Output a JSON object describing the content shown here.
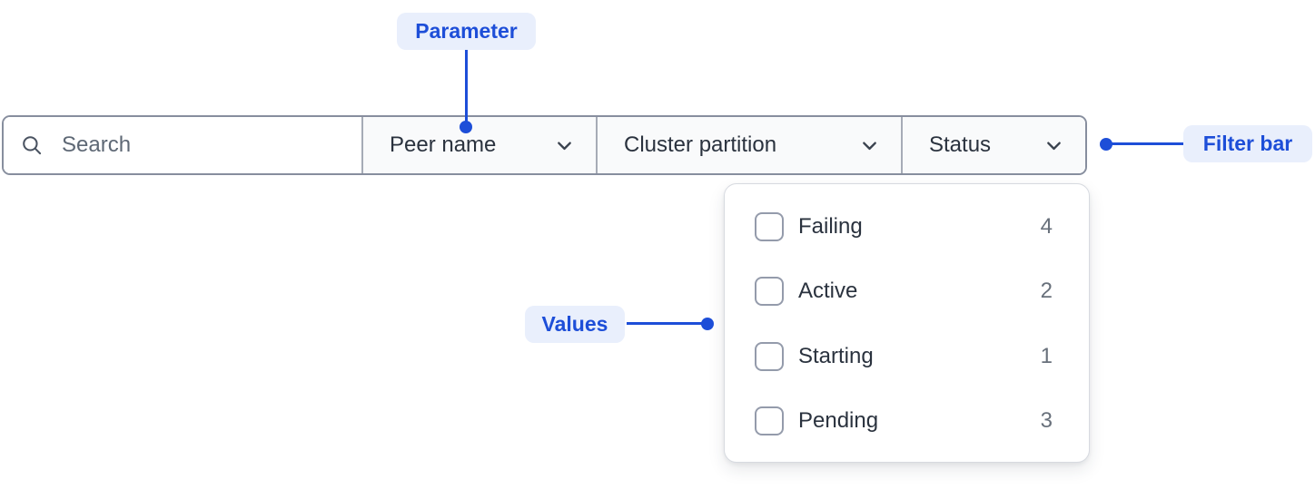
{
  "colors": {
    "accent_blue": "#1d4ed8",
    "annotation_pill_bg": "#e9effc",
    "filter_bar_border": "#878e9e",
    "dropdown_section_bg": "#f9fafb",
    "panel_border": "#d7dae0",
    "checkbox_border": "#949bab",
    "text_primary": "#2a323e",
    "text_secondary": "#68707b"
  },
  "annotations": [
    {
      "label": "Parameter",
      "target": "peer-name-dropdown"
    },
    {
      "label": "Filter bar",
      "target": "filter-bar"
    },
    {
      "label": "Values",
      "target": "status-dropdown-panel"
    }
  ],
  "filter_bar": {
    "search": {
      "icon": "magnifier-icon",
      "placeholder": "Search",
      "value": ""
    },
    "dropdowns": [
      {
        "label": "Peer name",
        "icon": "chevron-down-icon"
      },
      {
        "label": "Cluster partition",
        "icon": "chevron-down-icon"
      },
      {
        "label": "Status",
        "icon": "chevron-down-icon",
        "open": true
      }
    ]
  },
  "status_dropdown": {
    "items": [
      {
        "label": "Failing",
        "count": "4",
        "checked": false
      },
      {
        "label": "Active",
        "count": "2",
        "checked": false
      },
      {
        "label": "Starting",
        "count": "1",
        "checked": false
      },
      {
        "label": "Pending",
        "count": "3",
        "checked": false
      }
    ]
  }
}
